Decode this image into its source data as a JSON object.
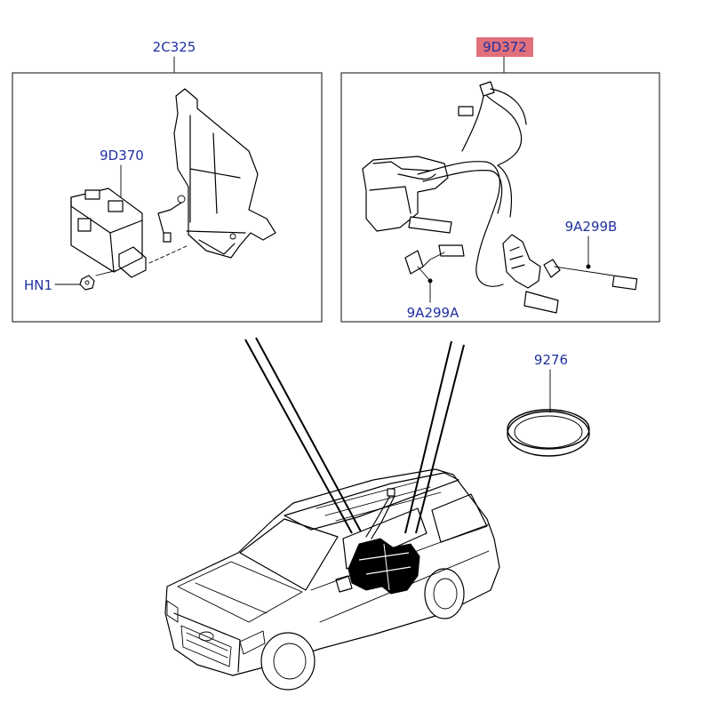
{
  "labels": {
    "a": "2C325",
    "b": "9D372",
    "c": "9D370",
    "d": "HN1",
    "e": "9A299B",
    "f": "9A299A",
    "g": "9276"
  },
  "colors": {
    "label_text": "#2030a0",
    "highlight": "#e0707a",
    "line": "#000000"
  }
}
